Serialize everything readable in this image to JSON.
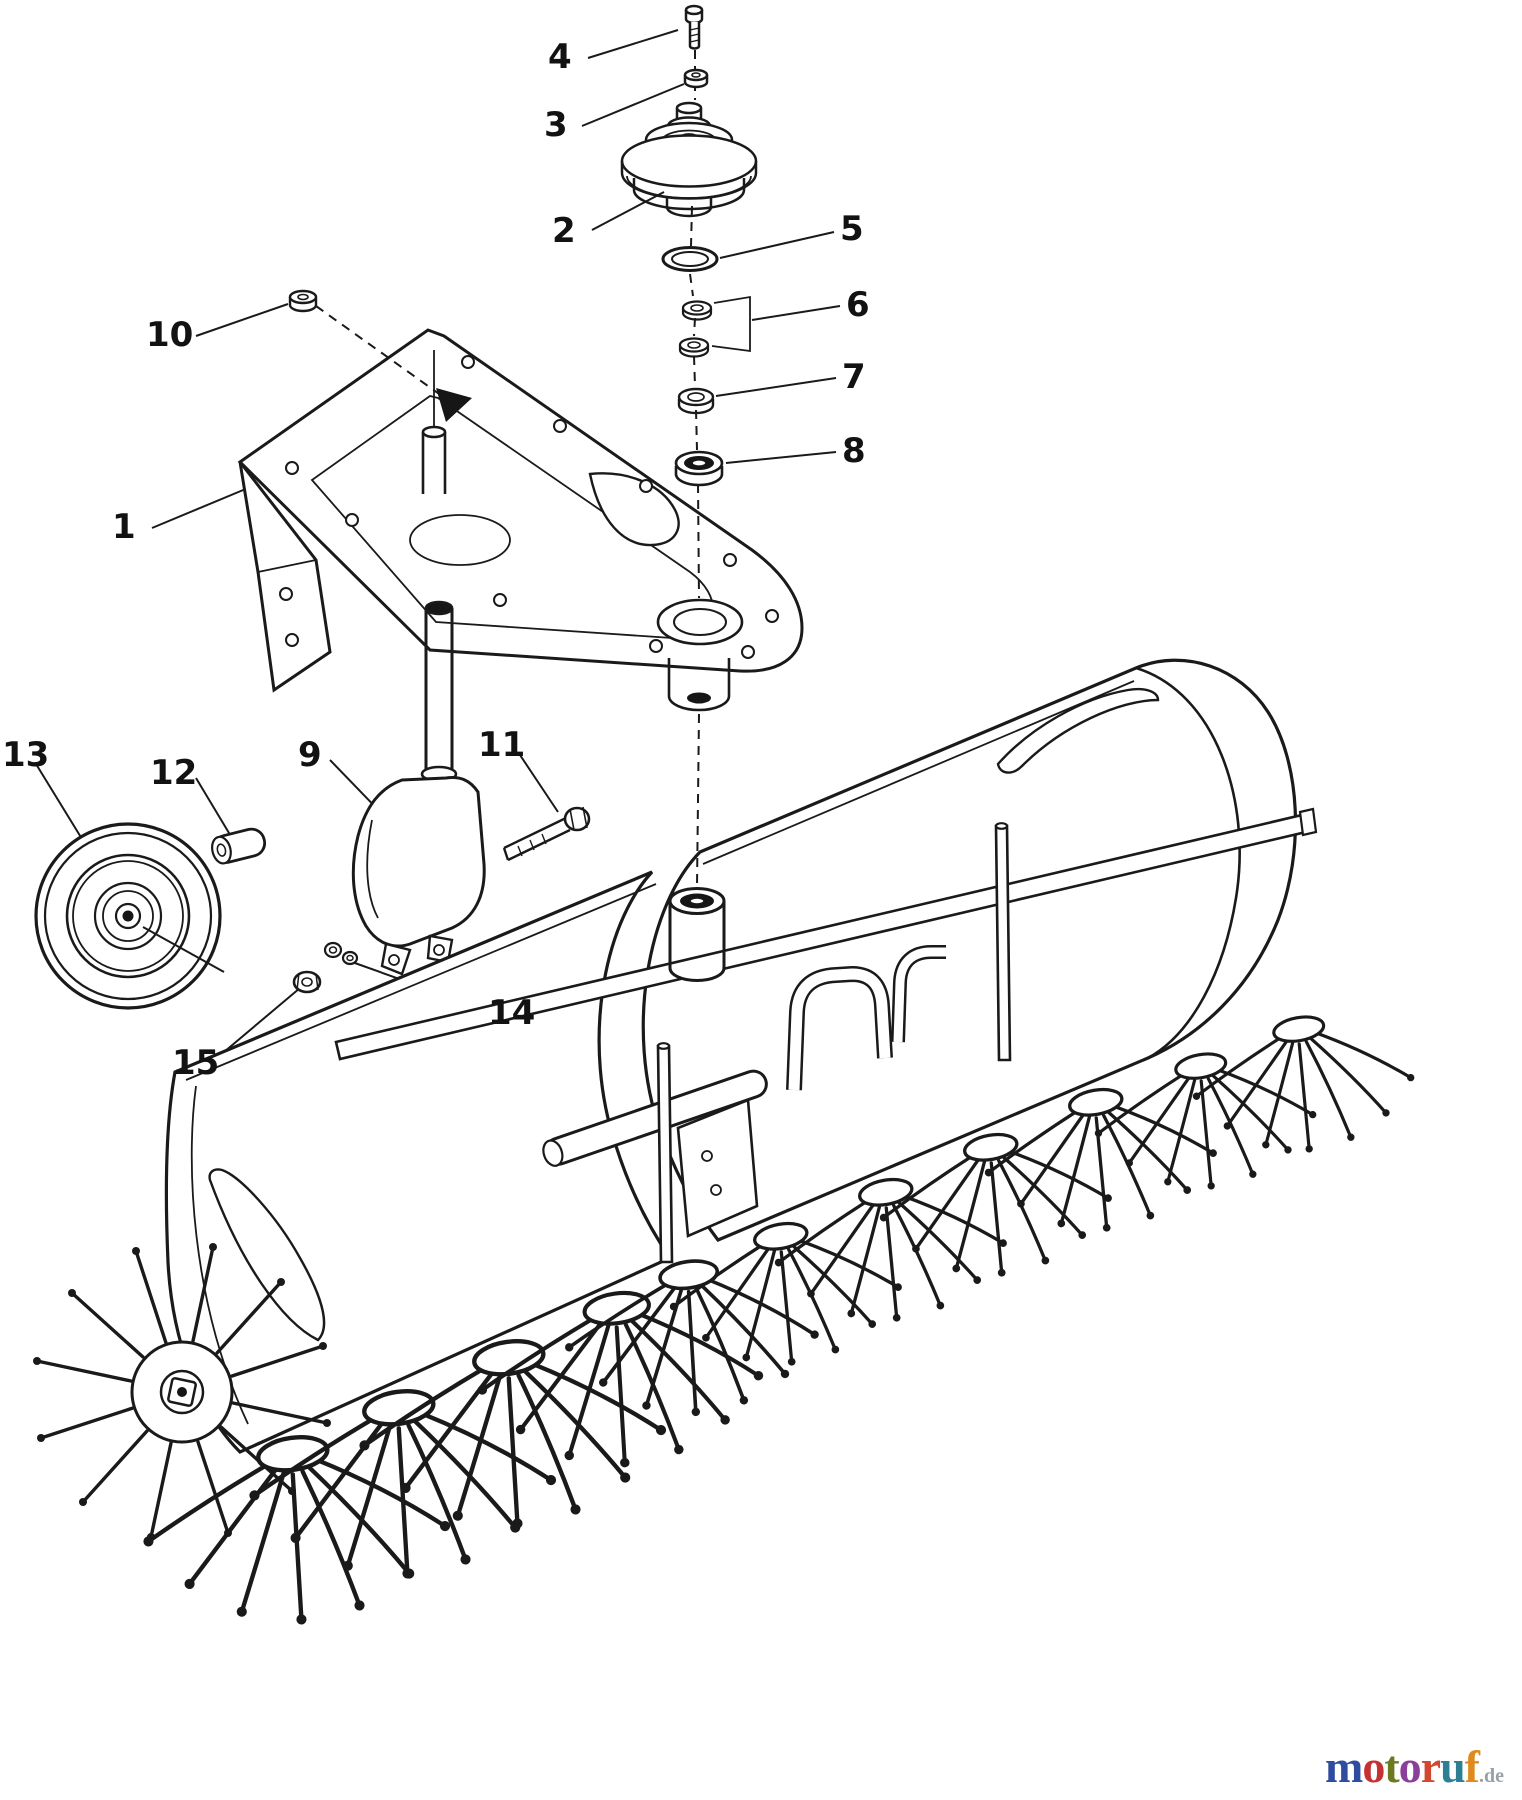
{
  "diagram": {
    "description": "Exploded parts diagram of a tine dethatcher / sweeper attachment with spindle, pulley stack, mounting frame, gauge wheel fork and tine reel body",
    "line_color": "#1a1a1a",
    "background": "#ffffff",
    "callouts": [
      {
        "id": 1,
        "label": "1"
      },
      {
        "id": 2,
        "label": "2"
      },
      {
        "id": 3,
        "label": "3"
      },
      {
        "id": 4,
        "label": "4"
      },
      {
        "id": 5,
        "label": "5"
      },
      {
        "id": 6,
        "label": "6"
      },
      {
        "id": 7,
        "label": "7"
      },
      {
        "id": 8,
        "label": "8"
      },
      {
        "id": 9,
        "label": "9"
      },
      {
        "id": 10,
        "label": "10"
      },
      {
        "id": 11,
        "label": "11"
      },
      {
        "id": 12,
        "label": "12"
      },
      {
        "id": 13,
        "label": "13"
      },
      {
        "id": 14,
        "label": "14"
      },
      {
        "id": 15,
        "label": "15"
      }
    ]
  },
  "logo": {
    "word": "motoruf",
    "letters": [
      {
        "ch": "m",
        "color": "#2f4da0"
      },
      {
        "ch": "o",
        "color": "#c43332"
      },
      {
        "ch": "t",
        "color": "#6b7a1e"
      },
      {
        "ch": "o",
        "color": "#8a3f9b"
      },
      {
        "ch": "r",
        "color": "#d2472e"
      },
      {
        "ch": "u",
        "color": "#2e7f94"
      },
      {
        "ch": "f",
        "color": "#e08a1e"
      }
    ],
    "suffix": ".de",
    "suffix_color": "#9aa0a6"
  }
}
